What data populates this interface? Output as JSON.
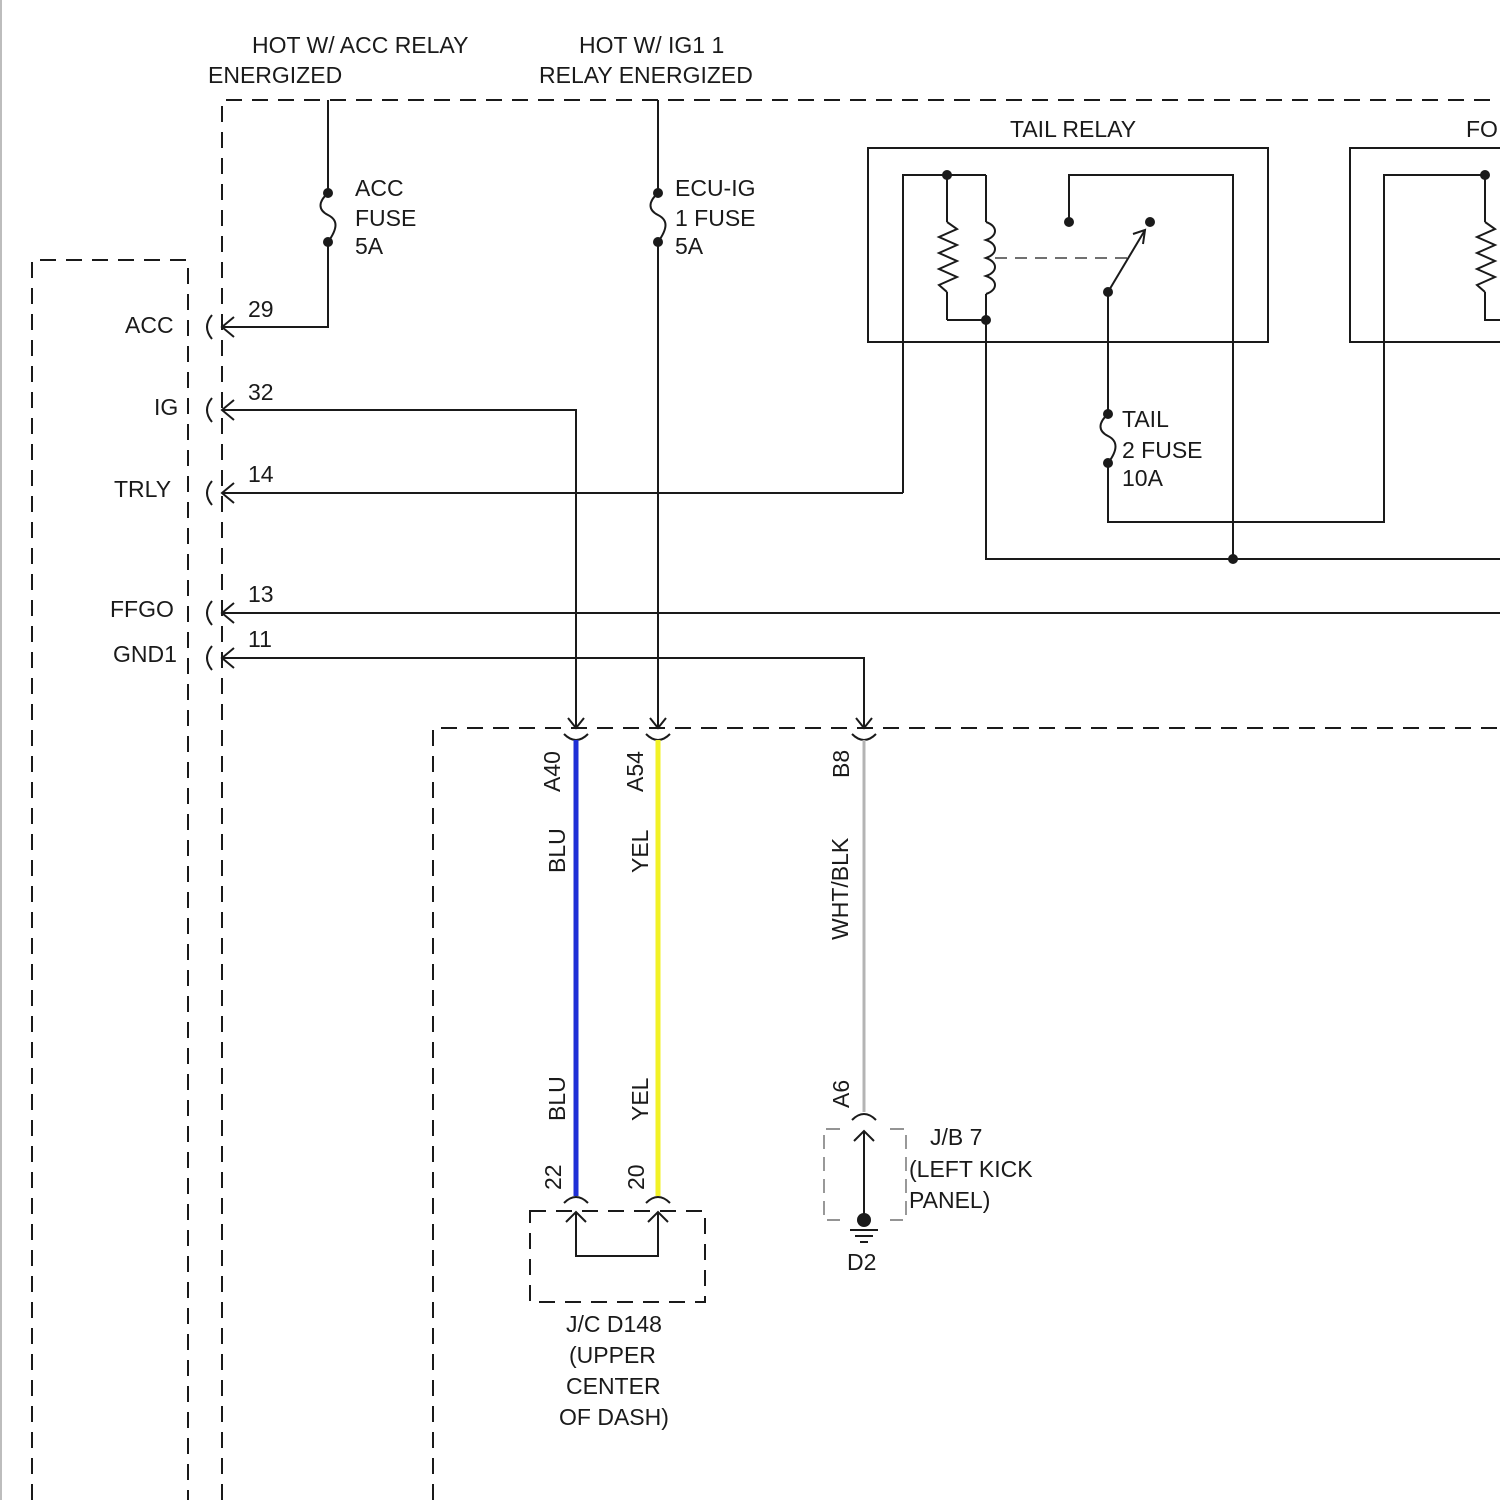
{
  "supply": {
    "acc_relay_line1": "HOT W/ ACC RELAY",
    "acc_relay_line2": "ENERGIZED",
    "ig1_relay_line1": "HOT W/ IG1 1",
    "ig1_relay_line2": "RELAY ENERGIZED"
  },
  "fuses": {
    "acc": [
      "ACC",
      "FUSE",
      "5A"
    ],
    "ecu_ig": [
      "ECU-IG",
      "1 FUSE",
      "5A"
    ],
    "tail2": [
      "TAIL",
      "2 FUSE",
      "10A"
    ]
  },
  "relays": {
    "tail": "TAIL RELAY",
    "partial": "FO"
  },
  "ecu_pins": [
    {
      "label": "ACC",
      "pin": "29"
    },
    {
      "label": "IG",
      "pin": "32"
    },
    {
      "label": "TRLY",
      "pin": "14"
    },
    {
      "label": "FFGO",
      "pin": "13"
    },
    {
      "label": "GND1",
      "pin": "11"
    }
  ],
  "connectors": {
    "a40": "A40",
    "a54": "A54",
    "b8": "B8",
    "a6": "A6",
    "pin22": "22",
    "pin20": "20"
  },
  "wires": {
    "blu_top": "BLU",
    "blu_bottom": "BLU",
    "yel_top": "YEL",
    "yel_bottom": "YEL",
    "wht_blk": "WHT/BLK",
    "colors": {
      "blu": "#1f2fd6",
      "yel": "#f2f226",
      "wht_blk": "#b4b4b4"
    }
  },
  "junction_connector": [
    "J/C D148",
    "(UPPER",
    "CENTER",
    "OF DASH)"
  ],
  "junction_block": [
    "J/B 7",
    "(LEFT KICK",
    "PANEL)"
  ],
  "ground": "D2"
}
